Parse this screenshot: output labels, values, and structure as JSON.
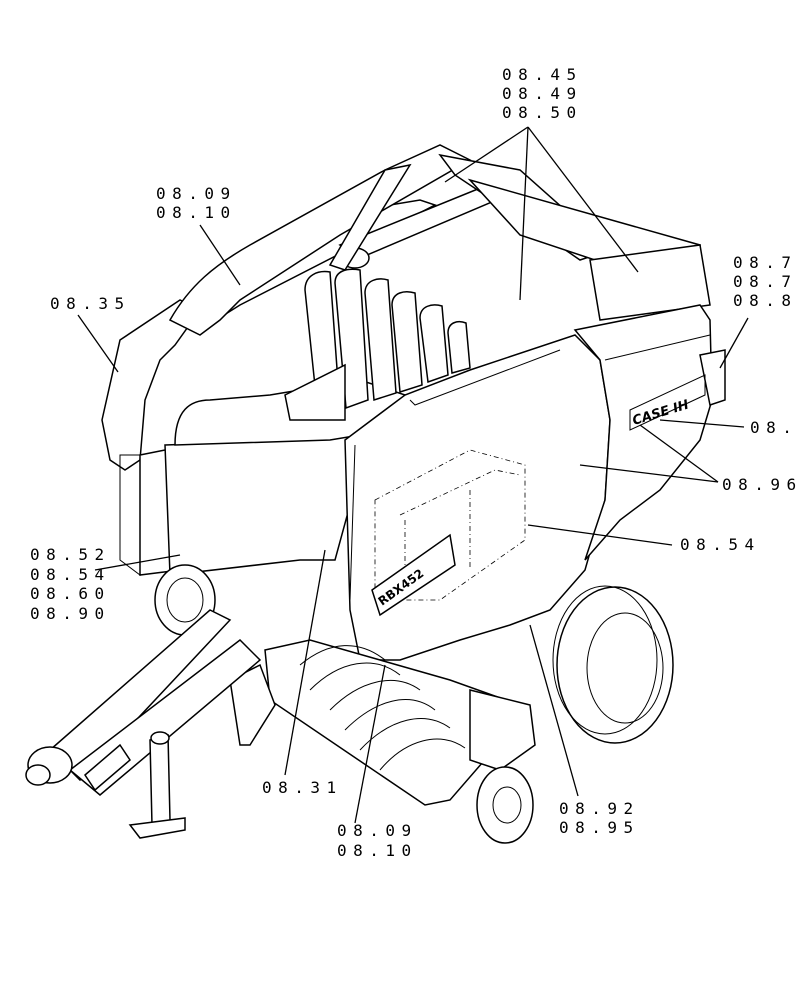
{
  "callouts": {
    "top_group": [
      "08.45",
      "08.49",
      "08.50"
    ],
    "upper_left_group": [
      "08.09",
      "08.10"
    ],
    "left_end": "08.35",
    "right_top_group": [
      "08.7",
      "08.7",
      "08.8"
    ],
    "right_mid": "08.",
    "right_logo": "08.96",
    "right_panel": "08.54",
    "left_lower_group": [
      "08.52",
      "08.54",
      "08.60",
      "08.90"
    ],
    "bottom_left": "08.31",
    "bottom_center_group": [
      "08.09",
      "08.10"
    ],
    "bottom_right_group": [
      "08.92",
      "08.95"
    ]
  },
  "decals": {
    "brand_logo": "CASE IH",
    "model_decal": "RBX452"
  },
  "icons": [
    "round-baler-illustration",
    "tractor-pto-driveshaft",
    "jack-stand",
    "pickup-tines",
    "wheel"
  ]
}
